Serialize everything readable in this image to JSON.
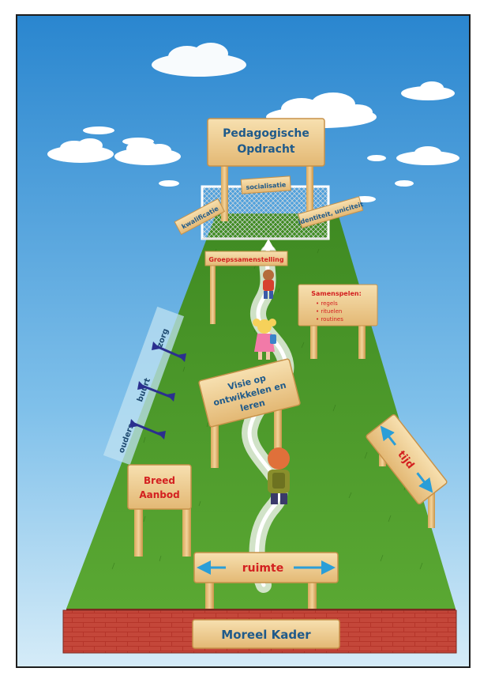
{
  "signs": {
    "top": [
      "Pedagogische",
      "Opdracht"
    ],
    "kwalificatie": "kwalificatie",
    "socialisatie": "socialisatie",
    "identiteit": "identiteit, uniciteit",
    "groep": "Groepssamenstelling",
    "samenspelen": {
      "title": "Samenspelen:",
      "items": [
        "regels",
        "rituelen",
        "routines"
      ]
    },
    "visie": [
      "Visie op",
      "ontwikkelen en",
      "leren"
    ],
    "breed": [
      "Breed",
      "Aanbod"
    ],
    "tijd": "tijd",
    "ruimte": "ruimte",
    "moreel": "Moreel Kader"
  },
  "side_labels": [
    "ouders",
    "buurt",
    "zorg"
  ],
  "colors": {
    "sky_top": "#2e8fd6",
    "sky_bottom": "#cfe8f6",
    "grass": "#4f9a2a",
    "brick": "#b8362b",
    "wood": "#f1d29a",
    "title_text": "#1f5a8a",
    "red_text": "#d32020",
    "arrow": "#2a9ed8"
  }
}
